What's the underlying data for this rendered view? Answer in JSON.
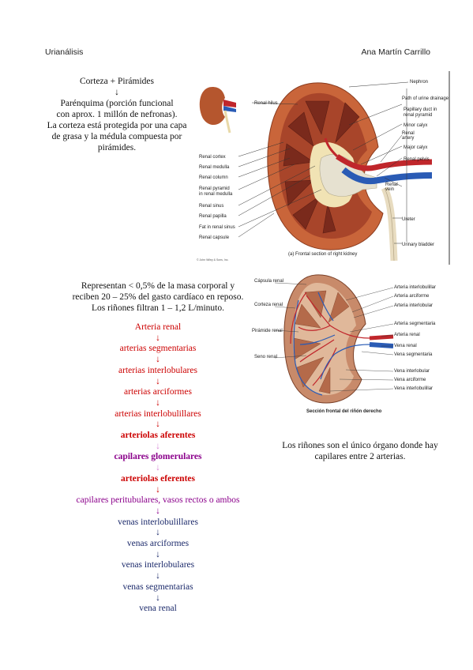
{
  "header": {
    "left": "Urianálisis",
    "right": "Ana Martín Carrillo"
  },
  "intro": {
    "line1": "Corteza + Pirámides",
    "arrow": "↓",
    "line2": "Parénquima (porción funcional",
    "line3": "con aprox. 1 millón de nefronas).",
    "line4": "La corteza está protegida por una capa",
    "line5": "de grasa y la médula compuesta por",
    "line6": "pirámides."
  },
  "stats": {
    "line1": "Representan < 0,5% de la masa corporal y",
    "line2": "reciben 20 – 25% del gasto cardíaco en reposo.",
    "line3": "Los riñones filtran 1 – 1,2 L/minuto."
  },
  "flow": {
    "arrow": "↓",
    "s1": "Arteria renal",
    "s2": "arterias segmentarias",
    "s3": "arterias interlobulares",
    "s4": "arterias arciformes",
    "s5": "arterias interlobulillares",
    "s6": "arteriolas aferentes",
    "s7": "capilares glomerulares",
    "s8": "arteriolas eferentes",
    "s9": "capilares peritubulares, vasos rectos o ambos",
    "s10": "venas interlobulillares",
    "s11": "venas arciformes",
    "s12": "venas interlobulares",
    "s13": "venas segmentarias",
    "s14": "vena renal"
  },
  "note": {
    "line1": "Los riñones son el único órgano donde hay",
    "line2": "capilares entre 2 arterias."
  },
  "figure1": {
    "labels": {
      "renal_hilus": "Renal hilus",
      "nephron": "Nephron",
      "path_urine": "Path of urine drainage:",
      "papillary_duct": "Papillary duct in",
      "papillary_duct2": "renal pyramid",
      "minor_calyx": "Minor calyx",
      "major_calyx": "Major calyx",
      "renal_pelvis": "Renal pelvis",
      "renal_artery": "Renal",
      "renal_artery2": "artery",
      "renal_vein": "Renal",
      "renal_vein2": "vein",
      "ureter": "Ureter",
      "urinary_bladder": "Urinary bladder",
      "renal_cortex": "Renal cortex",
      "renal_medulla": "Renal medulla",
      "renal_column": "Renal column",
      "renal_pyramid": "Renal pyramid",
      "renal_pyramid2": "in renal medulla",
      "renal_sinus": "Renal sinus",
      "renal_papilla": "Renal papilla",
      "fat_sinus": "Fat in renal sinus",
      "renal_capsule": "Renal capsule",
      "caption": "(a) Frontal section of right kidney",
      "copyright": "© John Wiley & Sons, Inc."
    }
  },
  "figure2": {
    "labels": {
      "capsula": "Cápsula renal",
      "corteza": "Corteza renal",
      "piramide": "Pirámide renal",
      "seno": "Seno renal",
      "a_interlobulillar": "Arteria interlobulillar",
      "a_arciforme": "Arteria arciforme",
      "a_interlobular": "Arteria interlobular",
      "a_segmentaria": "Arteria segmentaria",
      "a_renal": "Arteria renal",
      "v_renal": "Vena renal",
      "v_segmentaria": "Vena segmentaria",
      "v_interlobular": "Vena interlobular",
      "v_arciforme": "Vena arciforme",
      "v_interlobulillar": "Vena interlobulillar",
      "caption": "Sección frontal del riñón derecho"
    }
  }
}
